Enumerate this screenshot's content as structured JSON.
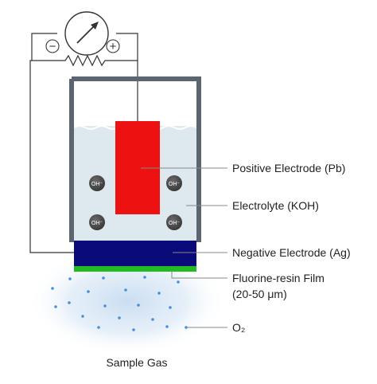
{
  "labels": {
    "positive_electrode": "Positive Electrode (Pb)",
    "electrolyte": "Electrolyte (KOH)",
    "negative_electrode": "Negative Electrode (Ag)",
    "fluorine_film_line1": "Fluorine-resin Film",
    "fluorine_film_line2": "(20-50 μm)",
    "o2": "O₂",
    "sample_gas": "Sample Gas"
  },
  "meter": {
    "minus": "−",
    "plus": "+"
  },
  "ions": [
    "OH⁻",
    "OH⁻",
    "OH⁻",
    "OH⁻"
  ],
  "colors": {
    "positive_electrode": "#ee1111",
    "negative_electrode": "#0a0a7a",
    "fluorine_film": "#22bb22",
    "electrolyte": "#dde9ef",
    "container_wall": "#5c6670",
    "o2_dot": "#4a8fd6"
  }
}
